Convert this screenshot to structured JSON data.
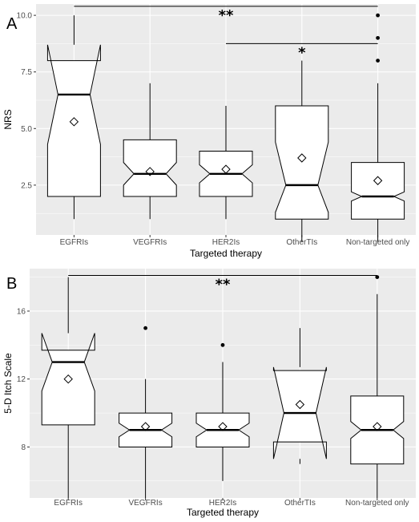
{
  "chart_data": [
    {
      "panel": "A",
      "type": "boxplot",
      "title": "",
      "xlabel": "Targeted therapy",
      "ylabel": "NRS",
      "ylim": [
        0.3,
        10.5
      ],
      "yticks": [
        2.5,
        5.0,
        7.5,
        10.0
      ],
      "ytick_labels": [
        "2.5",
        "5.0",
        "7.5",
        "10.0"
      ],
      "grid": true,
      "categories": [
        "EGFRIs",
        "VEGFRIs",
        "HER2Is",
        "OtherTIs",
        "Non-targeted only"
      ],
      "boxes": [
        {
          "min": 1,
          "q1": 2,
          "median": 6.5,
          "q3": 8,
          "max": 10,
          "notch_low": 4.3,
          "notch_high": 8.7,
          "mean": 5.3,
          "outliers": []
        },
        {
          "min": 1,
          "q1": 2,
          "median": 3,
          "q3": 4.5,
          "max": 7,
          "notch_low": 2.5,
          "notch_high": 3.5,
          "mean": 3.1,
          "outliers": []
        },
        {
          "min": 1,
          "q1": 2,
          "median": 3,
          "q3": 4,
          "max": 6,
          "notch_low": 2.6,
          "notch_high": 3.4,
          "mean": 3.2,
          "outliers": []
        },
        {
          "min": 0,
          "q1": 1,
          "median": 2.5,
          "q3": 6,
          "max": 8,
          "notch_low": 1.3,
          "notch_high": 4.4,
          "mean": 3.7,
          "outliers": []
        },
        {
          "min": 0,
          "q1": 1,
          "median": 2,
          "q3": 3.5,
          "max": 7,
          "notch_low": 1.8,
          "notch_high": 2.2,
          "mean": 2.7,
          "outliers": [
            8,
            9,
            10
          ]
        }
      ],
      "significance": [
        {
          "from": "EGFRIs",
          "to": "Non-targeted only",
          "label": "**",
          "y": 10.4
        },
        {
          "from": "HER2Is",
          "to": "Non-targeted only",
          "label": "*",
          "y": 8.75
        }
      ]
    },
    {
      "panel": "B",
      "type": "boxplot",
      "title": "",
      "xlabel": "Targeted therapy",
      "ylabel": "5-D Itch Scale",
      "ylim": [
        5,
        18.5
      ],
      "yticks": [
        8,
        12,
        16
      ],
      "ytick_labels": [
        "8",
        "12",
        "16"
      ],
      "grid": true,
      "categories": [
        "EGFRIs",
        "VEGFRIs",
        "HER2Is",
        "OtherTIs",
        "Non-targeted only"
      ],
      "boxes": [
        {
          "min": 5,
          "q1": 9.3,
          "median": 13,
          "q3": 13.7,
          "max": 18,
          "notch_low": 11.3,
          "notch_high": 14.7,
          "mean": 12,
          "outliers": []
        },
        {
          "min": 5,
          "q1": 8,
          "median": 9,
          "q3": 10,
          "max": 12,
          "notch_low": 8.6,
          "notch_high": 9.4,
          "mean": 9.2,
          "outliers": [
            15
          ]
        },
        {
          "min": 6,
          "q1": 8,
          "median": 9,
          "q3": 10,
          "max": 13,
          "notch_low": 8.6,
          "notch_high": 9.4,
          "mean": 9.2,
          "outliers": [
            14
          ]
        },
        {
          "min": 7,
          "q1": 8.3,
          "median": 10,
          "q3": 12.5,
          "max": 15,
          "notch_low": 7.3,
          "notch_high": 12.7,
          "mean": 10.5,
          "outliers": []
        },
        {
          "min": 5,
          "q1": 7,
          "median": 9,
          "q3": 11,
          "max": 17,
          "notch_low": 8.5,
          "notch_high": 9.5,
          "mean": 9.2,
          "outliers": [
            18
          ]
        }
      ],
      "significance": [
        {
          "from": "EGFRIs",
          "to": "Non-targeted only",
          "label": "**",
          "y": 18.1
        }
      ]
    }
  ],
  "colors": {
    "panel_background": "#ebebeb",
    "grid": "#ffffff",
    "box_fill": "#ffffff",
    "stroke": "#000000",
    "tick_text": "#4d4d4d"
  }
}
